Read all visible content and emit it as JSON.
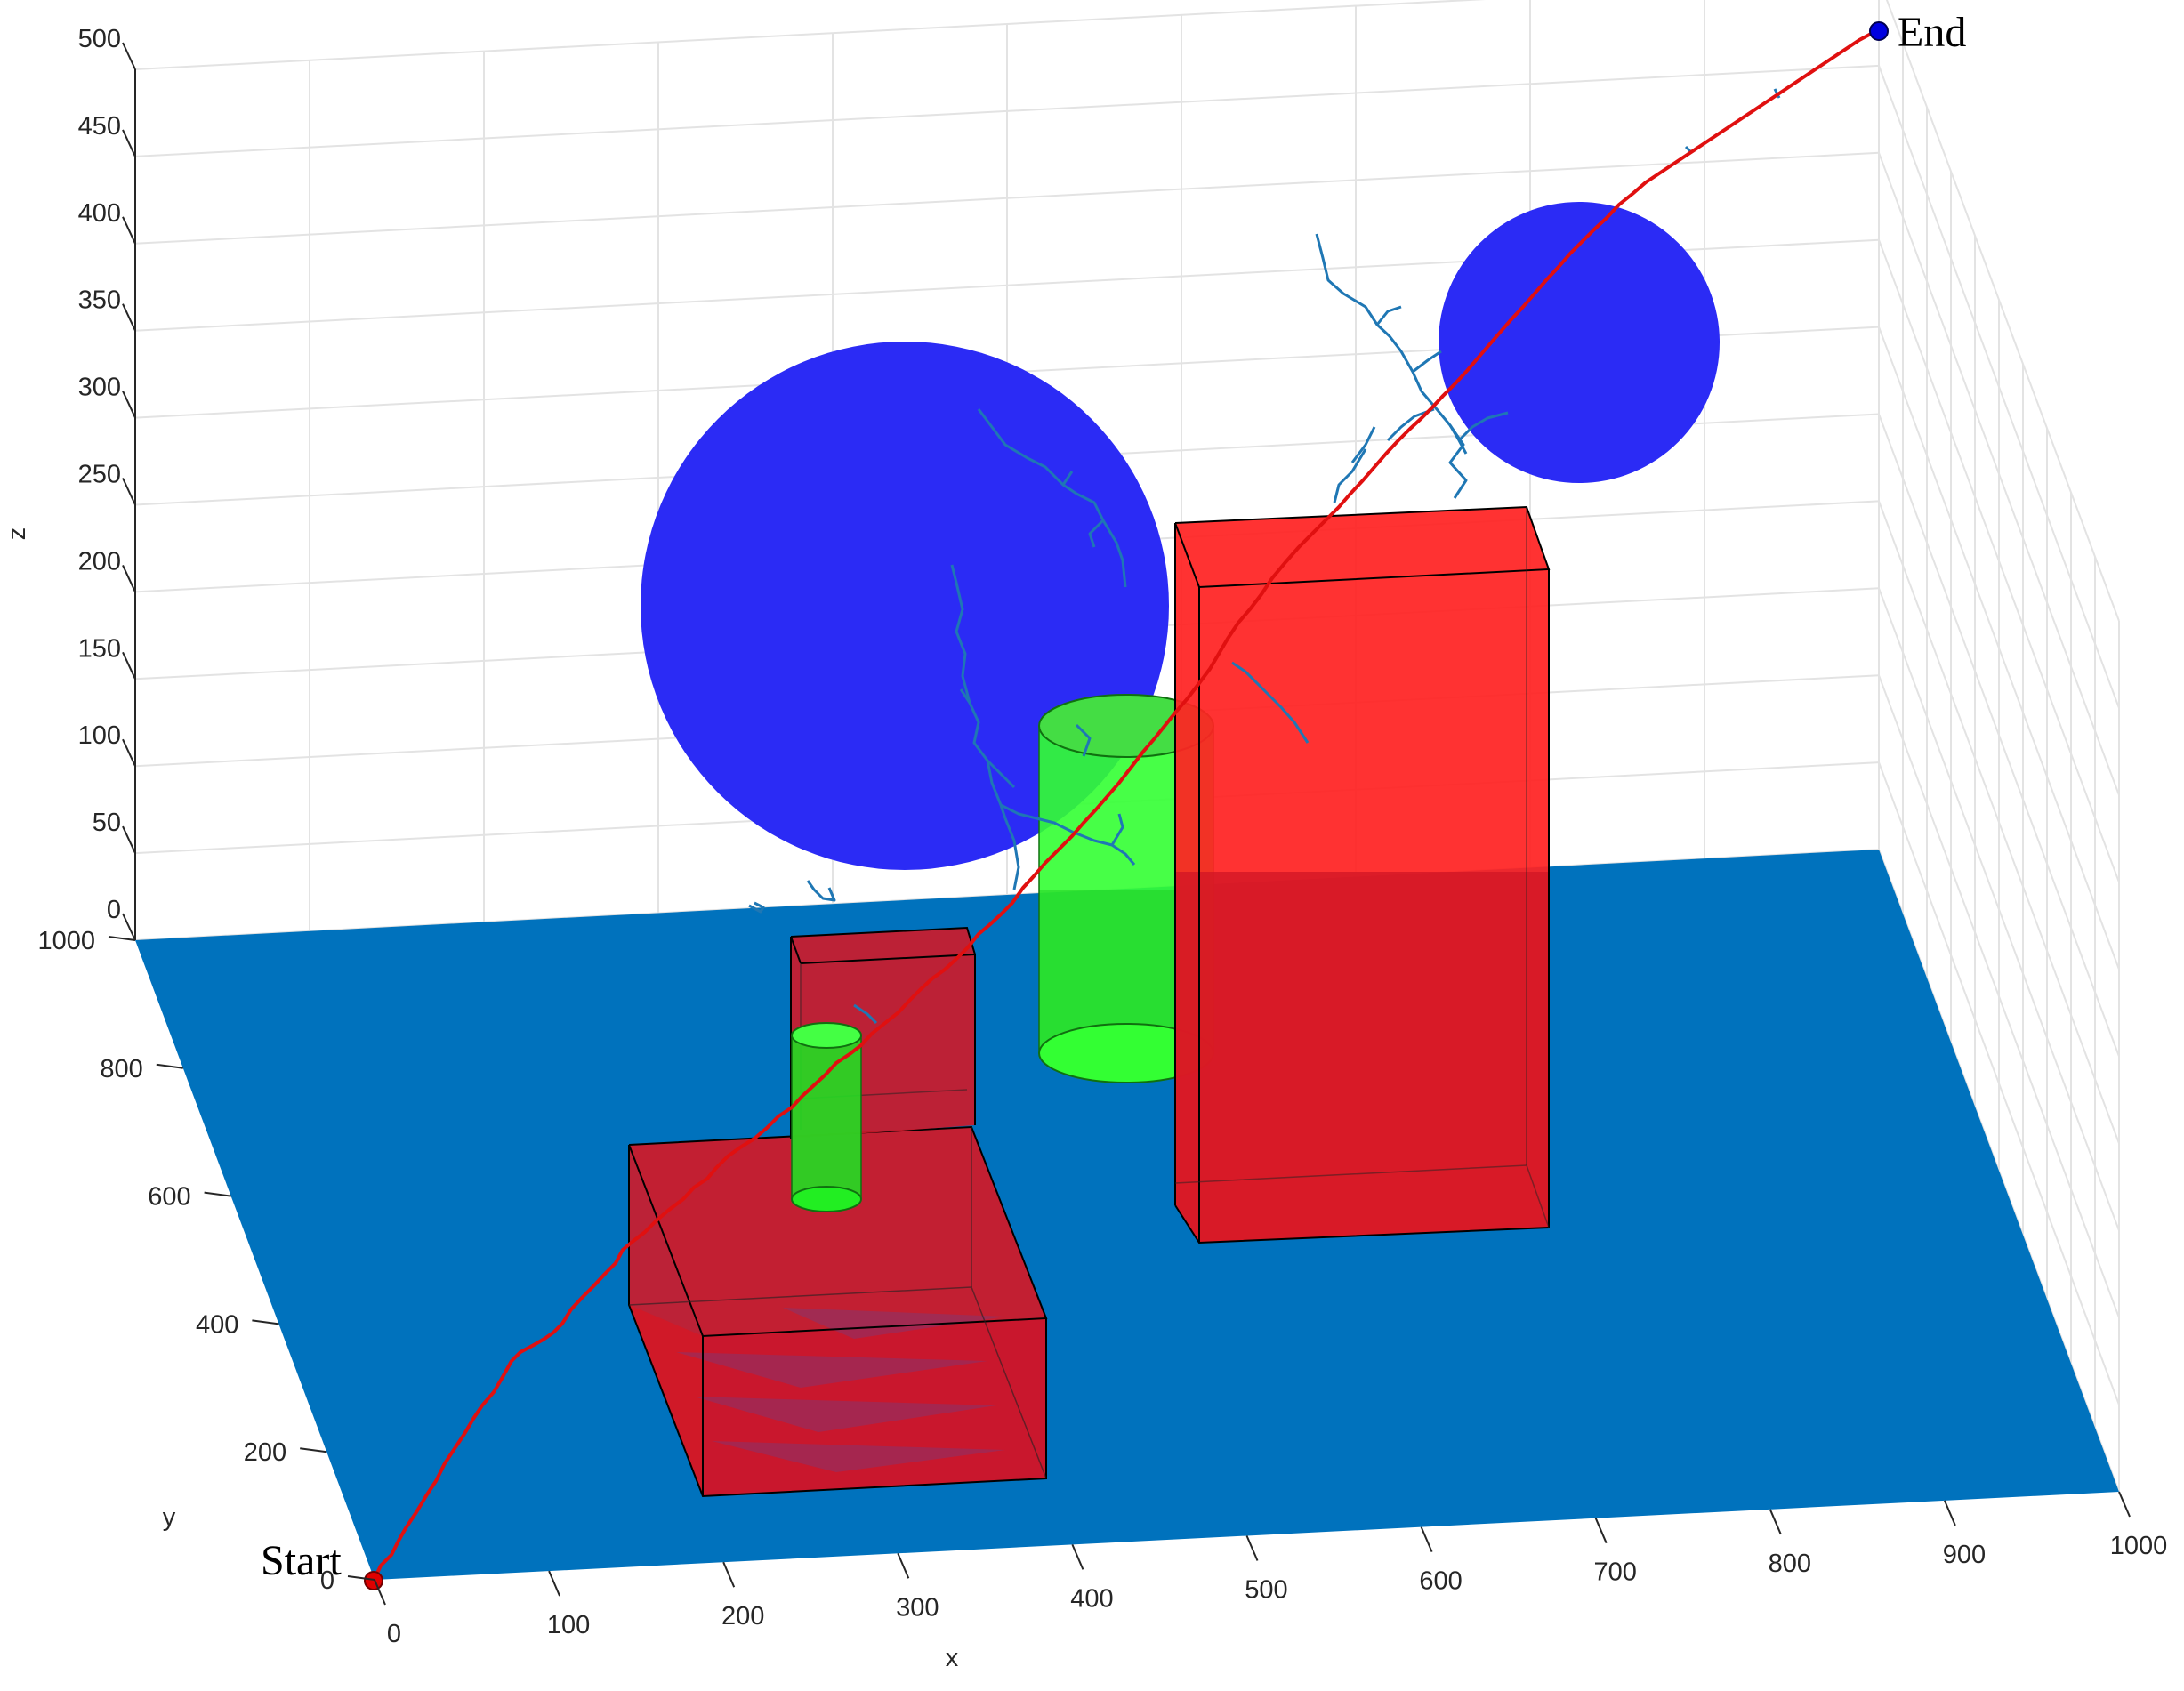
{
  "chart_data": {
    "type": "scatter",
    "title": "",
    "xlabel": "x",
    "ylabel": "y",
    "zlabel": "z",
    "xlim": [
      0,
      1000
    ],
    "ylim": [
      0,
      1000
    ],
    "zlim": [
      0,
      500
    ],
    "x_ticks": [
      "0",
      "100",
      "200",
      "300",
      "400",
      "500",
      "600",
      "700",
      "800",
      "900",
      "1000"
    ],
    "y_ticks": [
      "0",
      "200",
      "400",
      "600",
      "800",
      "1000"
    ],
    "z_ticks": [
      "0",
      "50",
      "100",
      "150",
      "200",
      "250",
      "300",
      "350",
      "400",
      "450",
      "500"
    ],
    "grid": true,
    "start": {
      "label": "Start",
      "x": 0,
      "y": 0,
      "z": 0
    },
    "end": {
      "label": "End",
      "x": 1000,
      "y": 1000,
      "z": 500
    },
    "colors": {
      "ground": "#0072bd",
      "box": "#ff0000",
      "cylinder": "#00ff00",
      "sphere": "#0000ff",
      "path": "#e01010",
      "tree": "#1f77b4",
      "start_marker": "#e00000",
      "end_marker": "#0000e0"
    }
  }
}
